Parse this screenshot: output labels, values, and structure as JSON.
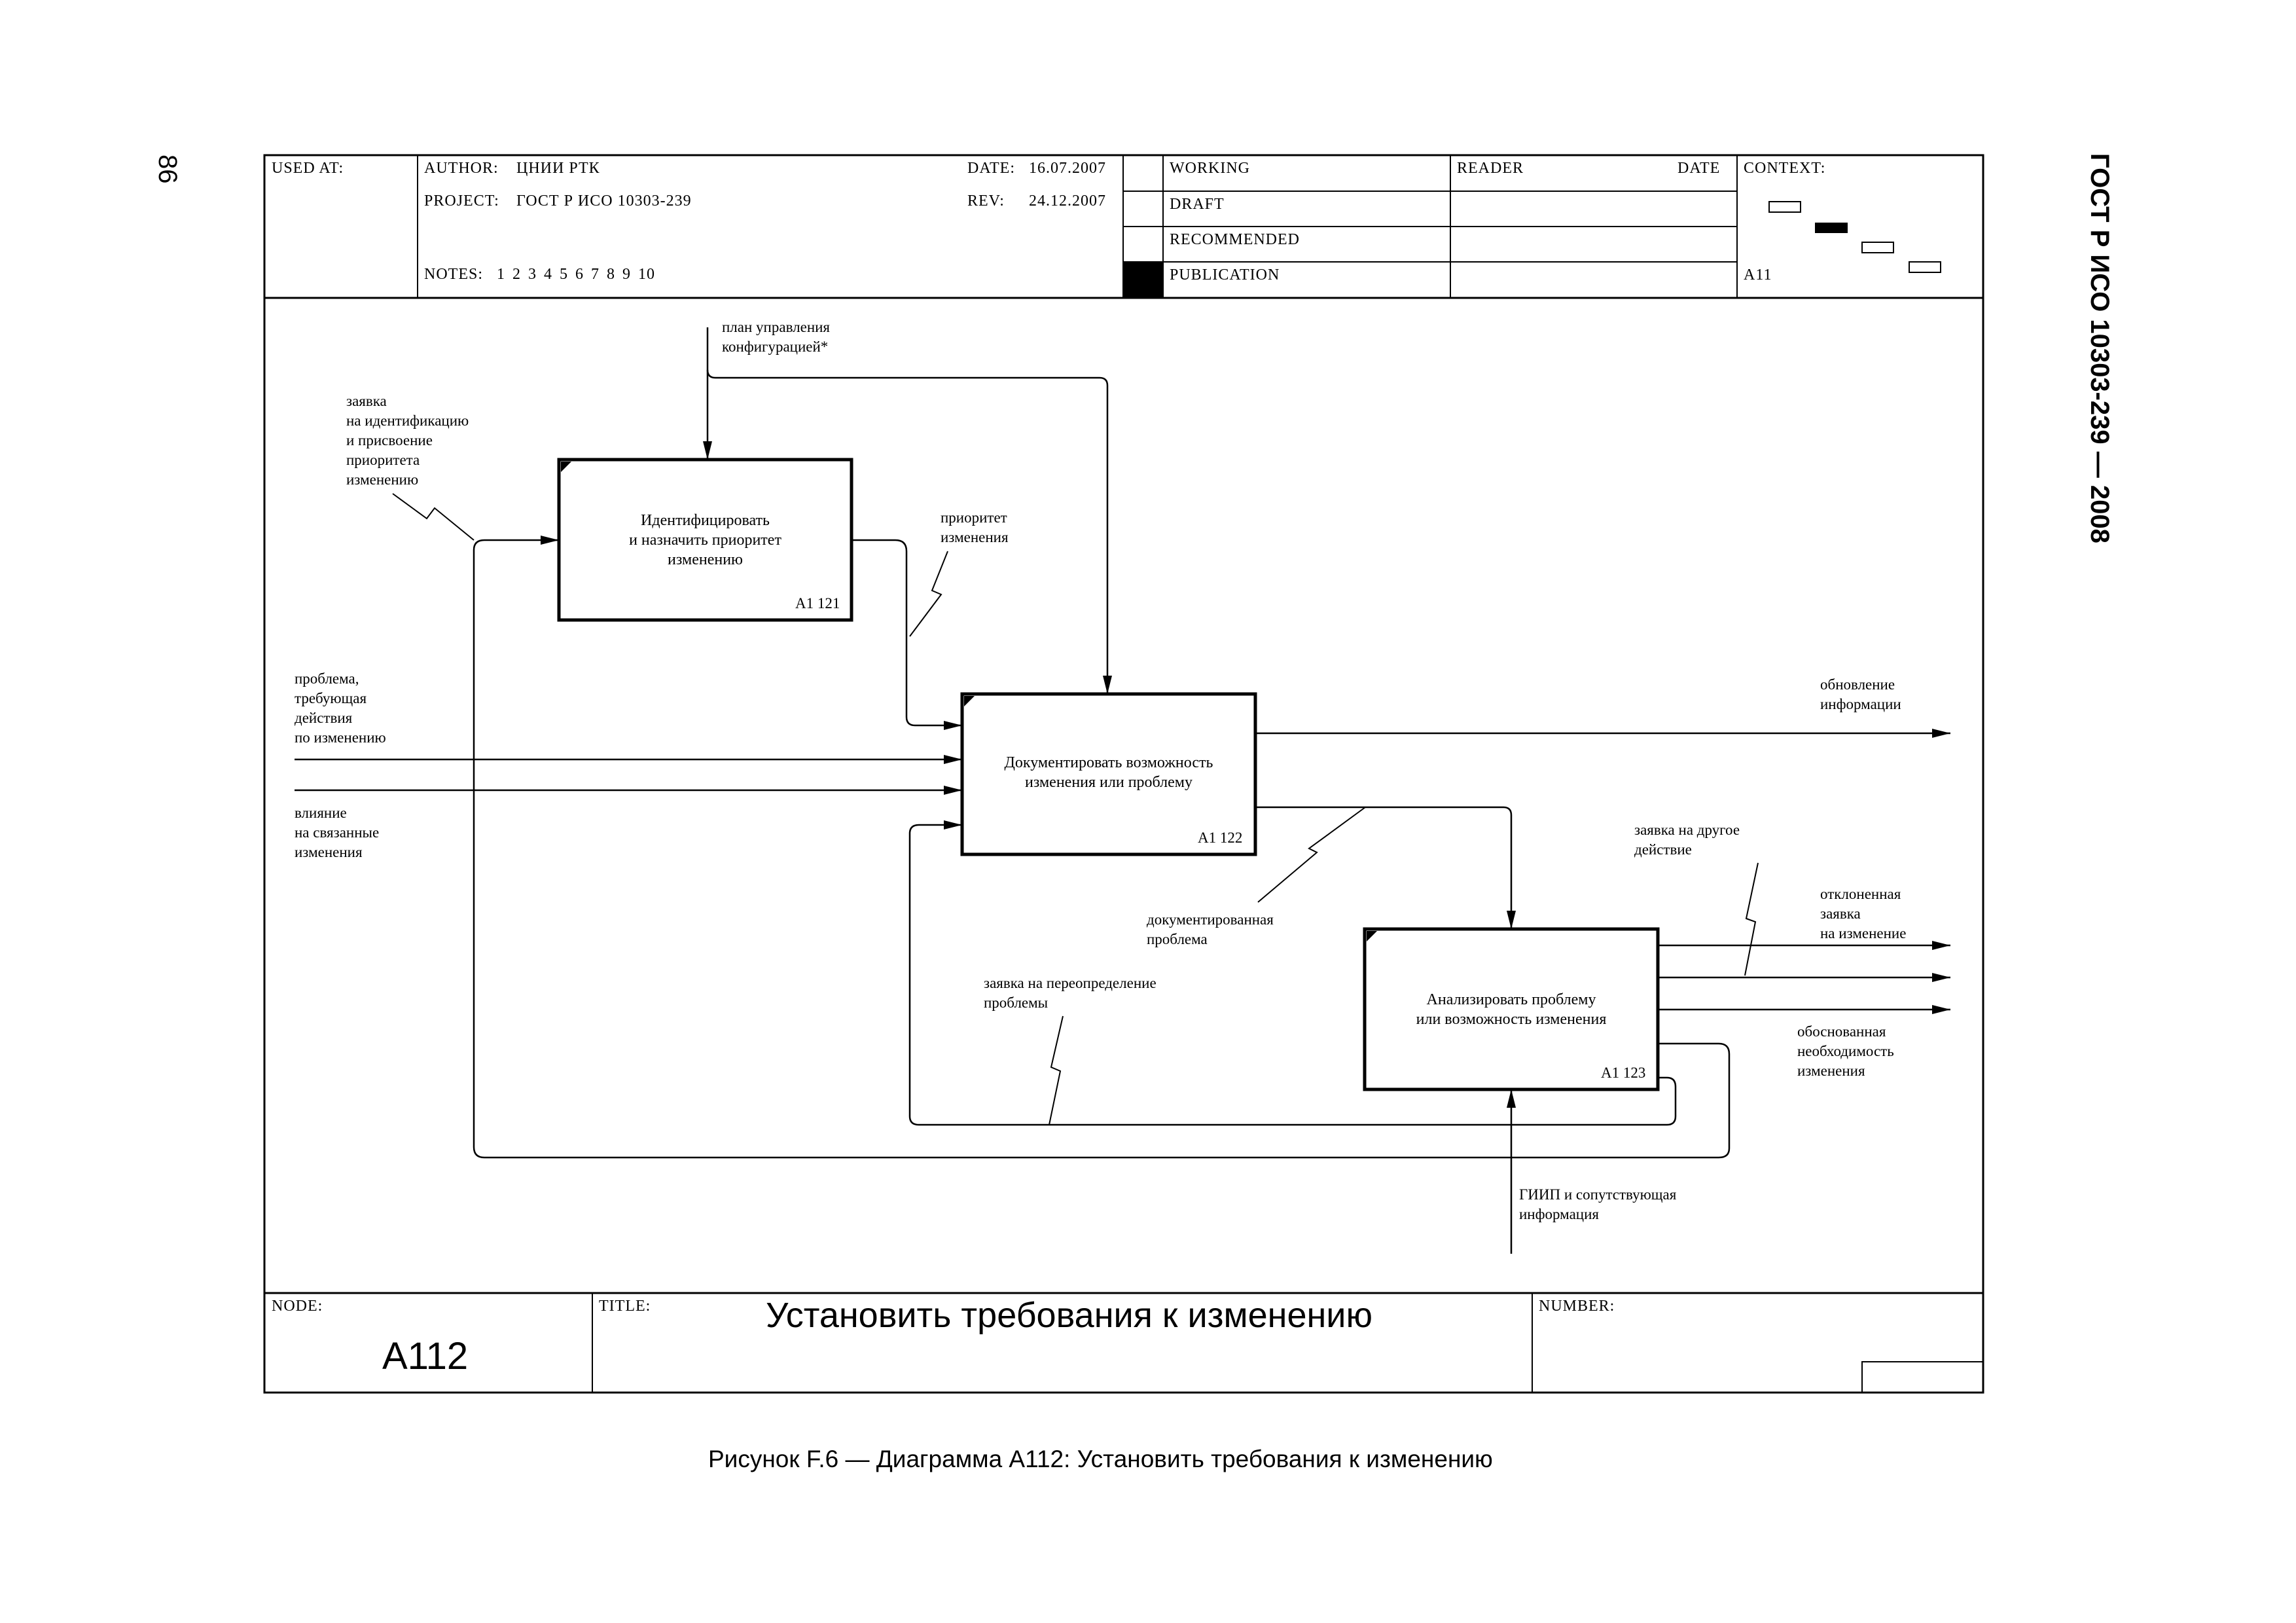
{
  "page": {
    "page_number": "86",
    "side_title": "ГОСТ Р ИСО 10303-239 — 2008",
    "figure_caption": "Рисунок F.6 — Диаграмма А112: Установить требования к изменению"
  },
  "header": {
    "used_at": "USED AT:",
    "author_label": "AUTHOR:",
    "author": "ЦНИИ РТК",
    "project_label": "PROJECT:",
    "project": "ГОСТ Р ИСО 10303-239",
    "date_label": "DATE:",
    "date": "16.07.2007",
    "rev_label": "REV:",
    "rev": "24.12.2007",
    "notes_label": "NOTES:",
    "notes": "1 2 3 4 5 6 7 8 9 10",
    "status": [
      "WORKING",
      "DRAFT",
      "RECOMMENDED",
      "PUBLICATION"
    ],
    "reader": "READER",
    "reader_date": "DATE",
    "context": "CONTEXT:",
    "context_node": "A11"
  },
  "boxes": [
    {
      "lines": [
        "Идентифицировать",
        "и назначить приоритет",
        "изменению"
      ],
      "number": "A1 121"
    },
    {
      "lines": [
        "Документировать возможность",
        "изменения или проблему"
      ],
      "number": "A1 122"
    },
    {
      "lines": [
        "Анализировать проблему",
        "или возможность изменения"
      ],
      "number": "A1 123"
    }
  ],
  "arrow_labels": {
    "plan": [
      "план управления",
      "конфигурацией*"
    ],
    "request_id": [
      "заявка",
      "на идентификацию",
      "и присвоение",
      "приоритета",
      "изменению"
    ],
    "priority": [
      "приоритет",
      "изменения"
    ],
    "problem": [
      "проблема,",
      "требующая",
      "действия",
      "по изменению"
    ],
    "influence": [
      "влияние",
      "на связанные",
      "изменения"
    ],
    "update": [
      "обновление",
      "информации"
    ],
    "documented": [
      "документированная",
      "проблема"
    ],
    "redefine": [
      "заявка на переопределение",
      "проблемы"
    ],
    "other_action": [
      "заявка на другое",
      "действие"
    ],
    "rejected": [
      "отклоненная",
      "заявка",
      "на изменение"
    ],
    "justified": [
      "обоснованная",
      "необходимость",
      "изменения"
    ],
    "giip": [
      "ГИИП и сопутствующая",
      "информация"
    ]
  },
  "footer": {
    "node_label": "NODE:",
    "node": "A112",
    "title_label": "TITLE:",
    "title": "Установить требования к изменению",
    "number_label": "NUMBER:"
  }
}
